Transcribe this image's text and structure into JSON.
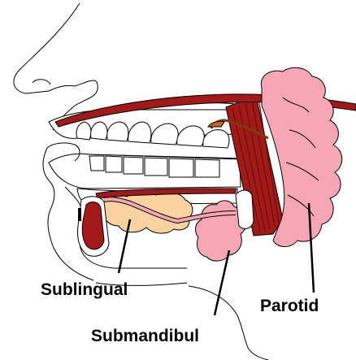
{
  "labels": {
    "sublingual": "Sublingual",
    "parotid": "Parotid",
    "submandibular": "Submandibul"
  },
  "colors": {
    "gland_pink": "#f7a6b4",
    "gland_tan": "#f9d2a0",
    "muscle_red": "#a31919",
    "muscle_dark": "#6b0c0c",
    "duct_pink": "#f7a6b4",
    "outline": "#000000",
    "background": "#ffffff"
  }
}
